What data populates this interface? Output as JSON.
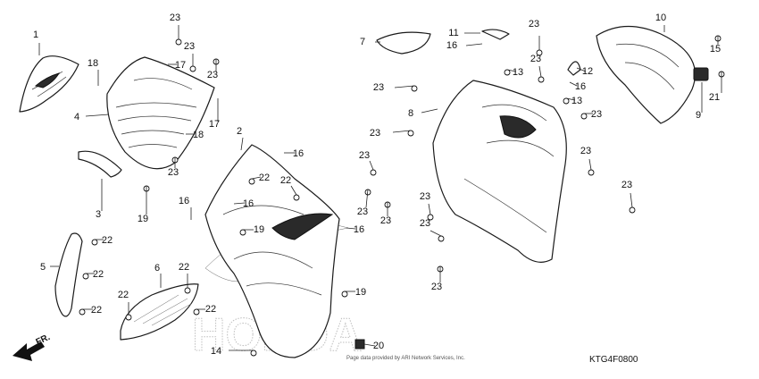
{
  "diagram": {
    "code": "KTG4F0800",
    "copyright": "Page data provided by ARI Network Services, Inc.",
    "watermark": "HONDA",
    "direction_label": "FR.",
    "callouts": [
      {
        "id": "c1",
        "label": "1"
      },
      {
        "id": "c2",
        "label": "2"
      },
      {
        "id": "c3",
        "label": "3"
      },
      {
        "id": "c4",
        "label": "4"
      },
      {
        "id": "c5",
        "label": "5"
      },
      {
        "id": "c6",
        "label": "6"
      },
      {
        "id": "c7",
        "label": "7"
      },
      {
        "id": "c8",
        "label": "8"
      },
      {
        "id": "c9",
        "label": "9"
      },
      {
        "id": "c10",
        "label": "10"
      },
      {
        "id": "c11",
        "label": "11"
      },
      {
        "id": "c12",
        "label": "12"
      },
      {
        "id": "c13a",
        "label": "13"
      },
      {
        "id": "c13b",
        "label": "13"
      },
      {
        "id": "c14",
        "label": "14"
      },
      {
        "id": "c15",
        "label": "15"
      },
      {
        "id": "c16a",
        "label": "16"
      },
      {
        "id": "c16b",
        "label": "16"
      },
      {
        "id": "c16c",
        "label": "16"
      },
      {
        "id": "c16d",
        "label": "16"
      },
      {
        "id": "c16e",
        "label": "16"
      },
      {
        "id": "c16f",
        "label": "16"
      },
      {
        "id": "c17a",
        "label": "17"
      },
      {
        "id": "c17b",
        "label": "17"
      },
      {
        "id": "c18a",
        "label": "18"
      },
      {
        "id": "c18b",
        "label": "18"
      },
      {
        "id": "c19a",
        "label": "19"
      },
      {
        "id": "c19b",
        "label": "19"
      },
      {
        "id": "c19c",
        "label": "19"
      },
      {
        "id": "c20",
        "label": "20"
      },
      {
        "id": "c21",
        "label": "21"
      },
      {
        "id": "c22a",
        "label": "22"
      },
      {
        "id": "c22b",
        "label": "22"
      },
      {
        "id": "c22c",
        "label": "22"
      },
      {
        "id": "c22d",
        "label": "22"
      },
      {
        "id": "c22e",
        "label": "22"
      },
      {
        "id": "c22f",
        "label": "22"
      },
      {
        "id": "c22g",
        "label": "22"
      },
      {
        "id": "c22h",
        "label": "22"
      },
      {
        "id": "c23a",
        "label": "23"
      },
      {
        "id": "c23b",
        "label": "23"
      },
      {
        "id": "c23c",
        "label": "23"
      },
      {
        "id": "c23d",
        "label": "23"
      },
      {
        "id": "c23e",
        "label": "23"
      },
      {
        "id": "c23f",
        "label": "23"
      },
      {
        "id": "c23g",
        "label": "23"
      },
      {
        "id": "c23h",
        "label": "23"
      },
      {
        "id": "c23i",
        "label": "23"
      },
      {
        "id": "c23j",
        "label": "23"
      },
      {
        "id": "c23k",
        "label": "23"
      },
      {
        "id": "c23l",
        "label": "23"
      },
      {
        "id": "c23m",
        "label": "23"
      },
      {
        "id": "c23n",
        "label": "23"
      },
      {
        "id": "c23o",
        "label": "23"
      },
      {
        "id": "c23p",
        "label": "23"
      },
      {
        "id": "c23q",
        "label": "23"
      }
    ]
  }
}
